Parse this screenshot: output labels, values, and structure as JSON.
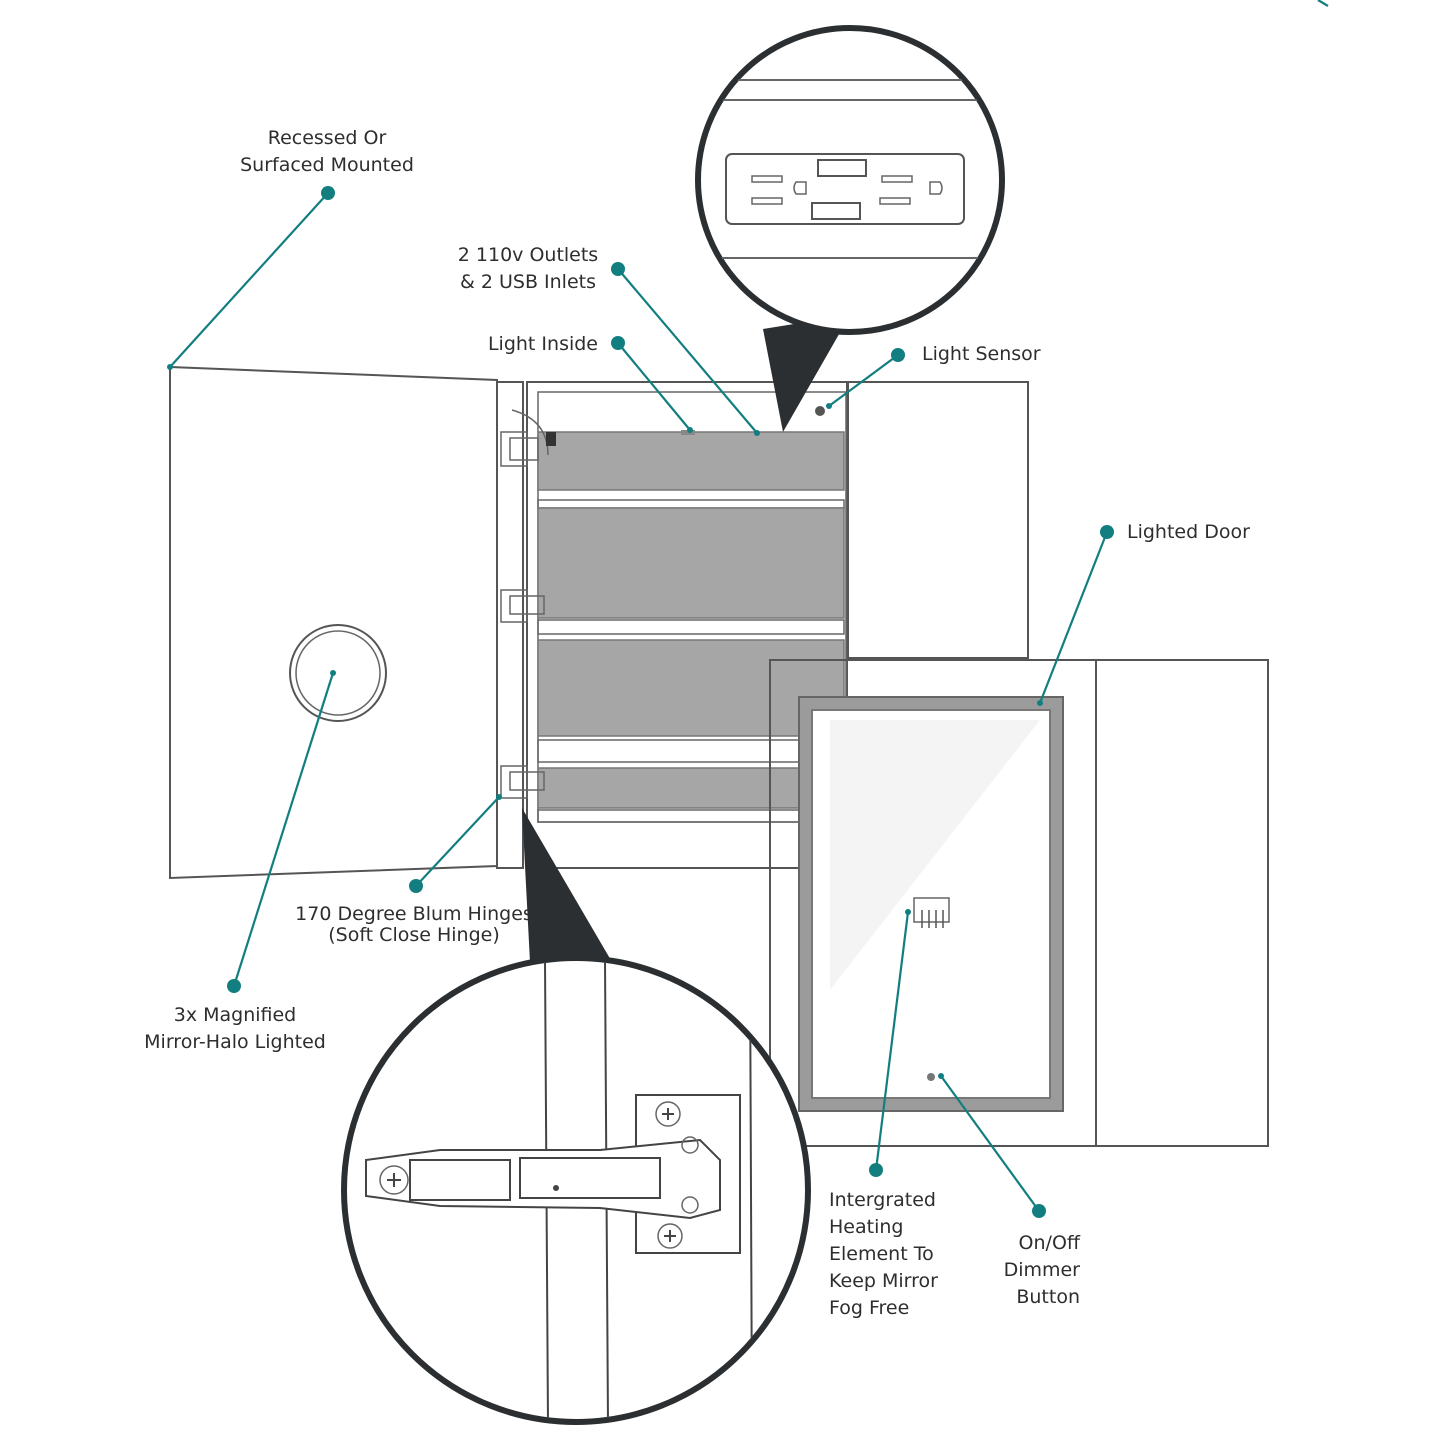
{
  "accent_color": "#137e80",
  "callout_color": "#2b2f31",
  "labels": {
    "recessed": [
      "Recessed Or",
      "Surfaced Mounted"
    ],
    "outlets": [
      "2 110v Outlets",
      "& 2 USB Inlets"
    ],
    "light_inside": "Light Inside",
    "light_sensor": "Light Sensor",
    "lighted_door": "Lighted Door",
    "hinges": [
      "170 Degree Blum Hinges",
      "(Soft Close Hinge)"
    ],
    "magnified": [
      "3x Magnified",
      "Mirror-Halo Lighted"
    ],
    "heating": [
      "Intergrated",
      "Heating",
      "Element To",
      "Keep Mirror",
      "Fog Free"
    ],
    "dimmer": [
      "On/Off",
      "Dimmer",
      "Button"
    ]
  }
}
